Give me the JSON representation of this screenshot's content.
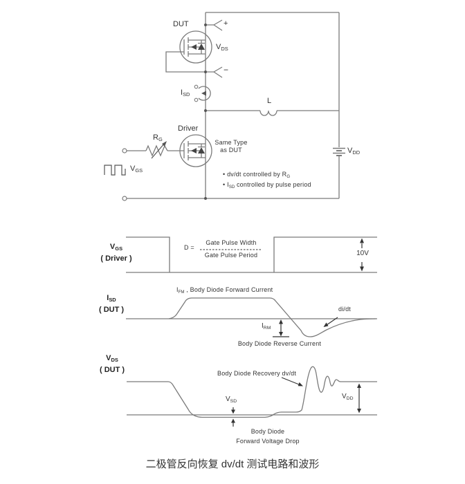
{
  "colors": {
    "wire": "#7a7a7a",
    "ink": "#333333"
  },
  "circuit": {
    "dut": "DUT",
    "driver": "Driver",
    "plus": "+",
    "minus": "−",
    "vds": {
      "base": "V",
      "sub": "DS"
    },
    "isd": {
      "base": "I",
      "sub": "SD"
    },
    "vgs": {
      "base": "V",
      "sub": "GS"
    },
    "rg": {
      "base": "R",
      "sub": "G"
    },
    "vdd": {
      "base": "V",
      "sub": "DD"
    },
    "inductor": "L",
    "same_type": {
      "line1": "Same Type",
      "line2": "as DUT"
    },
    "notes": {
      "bullet": "•",
      "note1_pre": "dv/dt controlled by  R",
      "note1_sub": "G",
      "note2_base": "I",
      "note2_sub": "SD",
      "note2_post": " controlled by pulse period"
    }
  },
  "waveforms": {
    "vgs": {
      "axis_base": "V",
      "axis_sub": "GS",
      "axis_paren": "( Driver )",
      "duty_lhs": "D =",
      "duty_num": "Gate Pulse Width",
      "duty_den": "Gate Pulse Period",
      "amplitude": "10V"
    },
    "isd": {
      "axis_base": "I",
      "axis_sub": "SD",
      "axis_paren": "( DUT )",
      "ifm_base": "I",
      "ifm_sub": "FM",
      "ifm_rest": " , Body Diode Forward Current",
      "didt": "di/dt",
      "irm_base": "I",
      "irm_sub": "RM",
      "reverse": "Body Diode Reverse Current"
    },
    "vds": {
      "axis_base": "V",
      "axis_sub": "DS",
      "axis_paren": "( DUT )",
      "recovery": "Body Diode Recovery dv/dt",
      "vsd_base": "V",
      "vsd_sub": "SD",
      "vdd_base": "V",
      "vdd_sub": "DD",
      "fwd1": "Body Diode",
      "fwd2": "Forward Voltage Drop"
    }
  },
  "caption": "二极管反向恢复 dv/dt 测试电路和波形"
}
